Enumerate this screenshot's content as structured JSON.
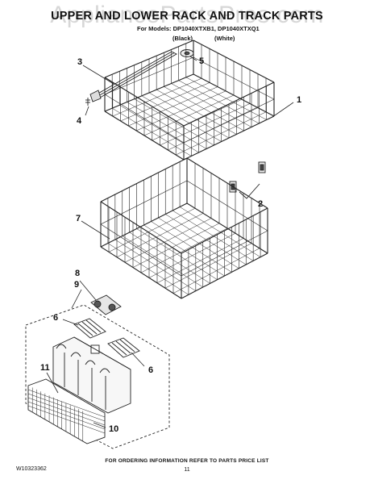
{
  "header": {
    "title": "UPPER AND LOWER RACK AND TRACK PARTS",
    "models_line": "For Models: DP1040XTXB1, DP1040XTXQ1",
    "color_1": "(Black)",
    "color_2": "(White)"
  },
  "watermark": "AppliancePartsPros.com",
  "callouts": {
    "c1": "1",
    "c2": "2",
    "c3": "3",
    "c4": "4",
    "c5": "5",
    "c6a": "6",
    "c6b": "6",
    "c7": "7",
    "c8": "8",
    "c9": "9",
    "c10": "10",
    "c11": "11"
  },
  "footer": {
    "ordering_note": "FOR ORDERING INFORMATION REFER TO PARTS PRICE LIST",
    "doc_number": "W10323362",
    "page_number": "11"
  },
  "colors": {
    "ink": "#222222",
    "watermark": "#969696"
  }
}
